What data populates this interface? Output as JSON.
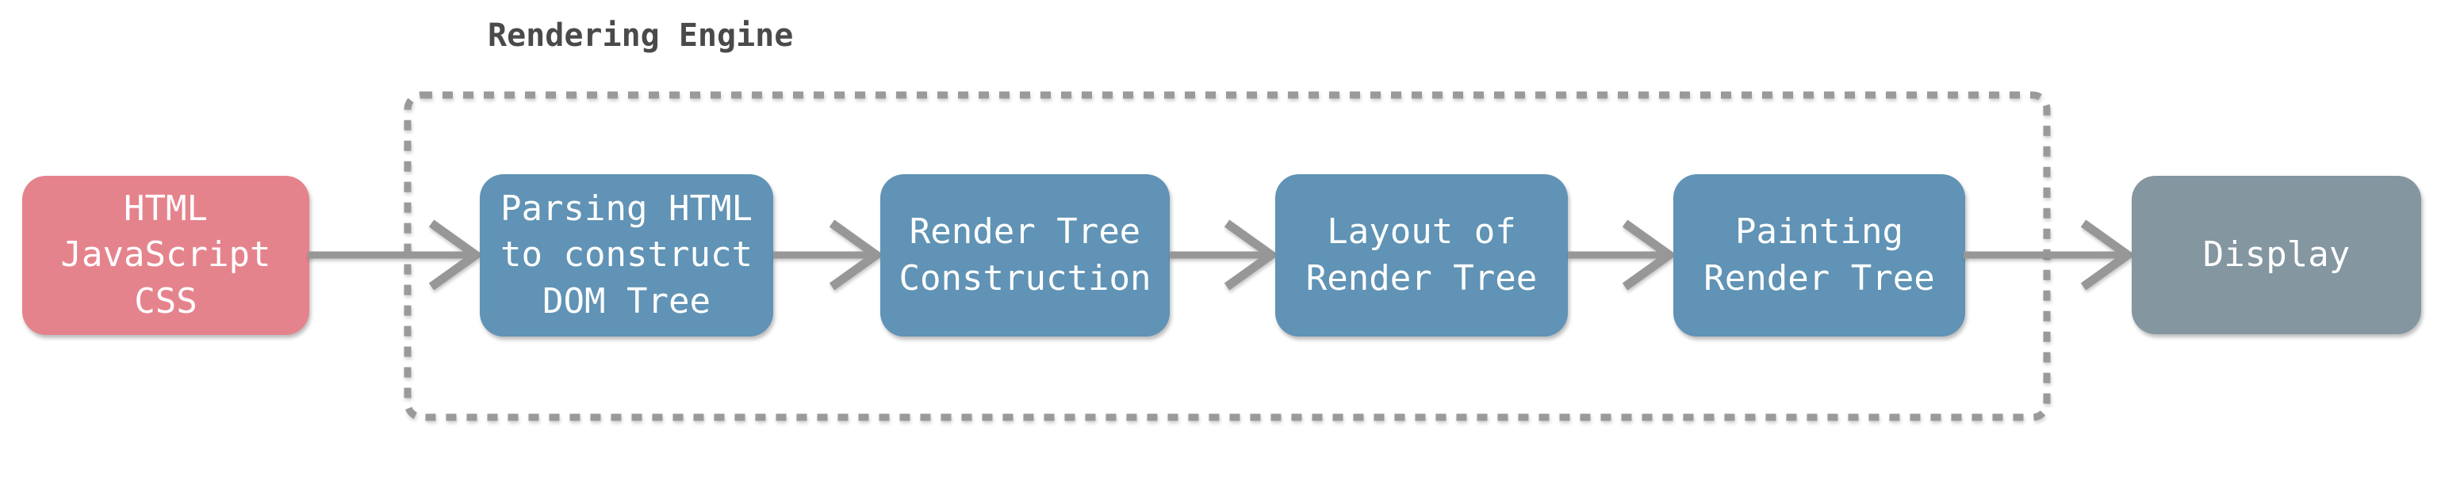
{
  "diagram": {
    "title": "Rendering Engine",
    "nodes": [
      {
        "id": "source-files",
        "label": "HTML\nJavaScript\nCSS",
        "color": "#e5838c"
      },
      {
        "id": "parsing-html-dom-tree",
        "label": "Parsing HTML\nto construct\nDOM Tree",
        "color": "#6093b5"
      },
      {
        "id": "render-tree-construction",
        "label": "Render Tree\nConstruction",
        "color": "#6093b5"
      },
      {
        "id": "layout-of-render-tree",
        "label": "Layout of\nRender Tree",
        "color": "#6093b5"
      },
      {
        "id": "painting-render-tree",
        "label": "Painting\nRender Tree",
        "color": "#6093b5"
      },
      {
        "id": "display",
        "label": "Display",
        "color": "#8496a0"
      }
    ],
    "container": {
      "label": "Rendering Engine",
      "style": "dashed",
      "contains": [
        "parsing-html-dom-tree",
        "render-tree-construction",
        "layout-of-render-tree",
        "painting-render-tree"
      ]
    },
    "edges": [
      {
        "from": "source-files",
        "to": "parsing-html-dom-tree"
      },
      {
        "from": "parsing-html-dom-tree",
        "to": "render-tree-construction"
      },
      {
        "from": "render-tree-construction",
        "to": "layout-of-render-tree"
      },
      {
        "from": "layout-of-render-tree",
        "to": "painting-render-tree"
      },
      {
        "from": "painting-render-tree",
        "to": "display"
      }
    ],
    "colors": {
      "source_node": "#e5838c",
      "step_node": "#6093b5",
      "display_node": "#8496a0",
      "arrow": "#979797",
      "dashed_border": "#9a9a9a",
      "title_text": "#4a4a4a",
      "node_text": "#ffffff",
      "background": "#ffffff"
    }
  }
}
